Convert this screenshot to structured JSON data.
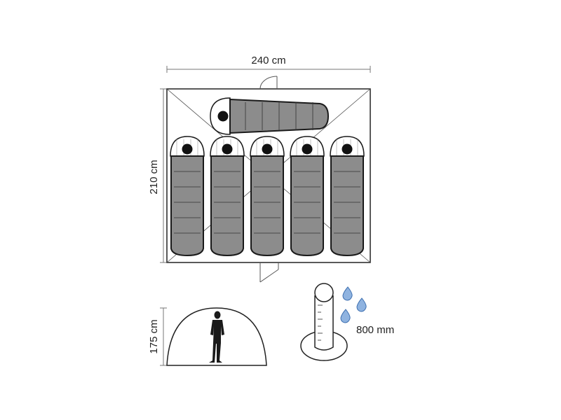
{
  "dimensions": {
    "width_label": "240 cm",
    "depth_label": "210 cm",
    "height_label": "175 cm",
    "water_resistance_label": "800 mm"
  },
  "floor_plan": {
    "sleeping_bags_upright": 5,
    "sleeping_bags_crosswise": 1
  },
  "colors": {
    "bag_fill": "#8c8c8c",
    "outline": "#1a1a1a",
    "drop_fill": "#8fb3e0",
    "drop_stroke": "#3d6fb0"
  }
}
